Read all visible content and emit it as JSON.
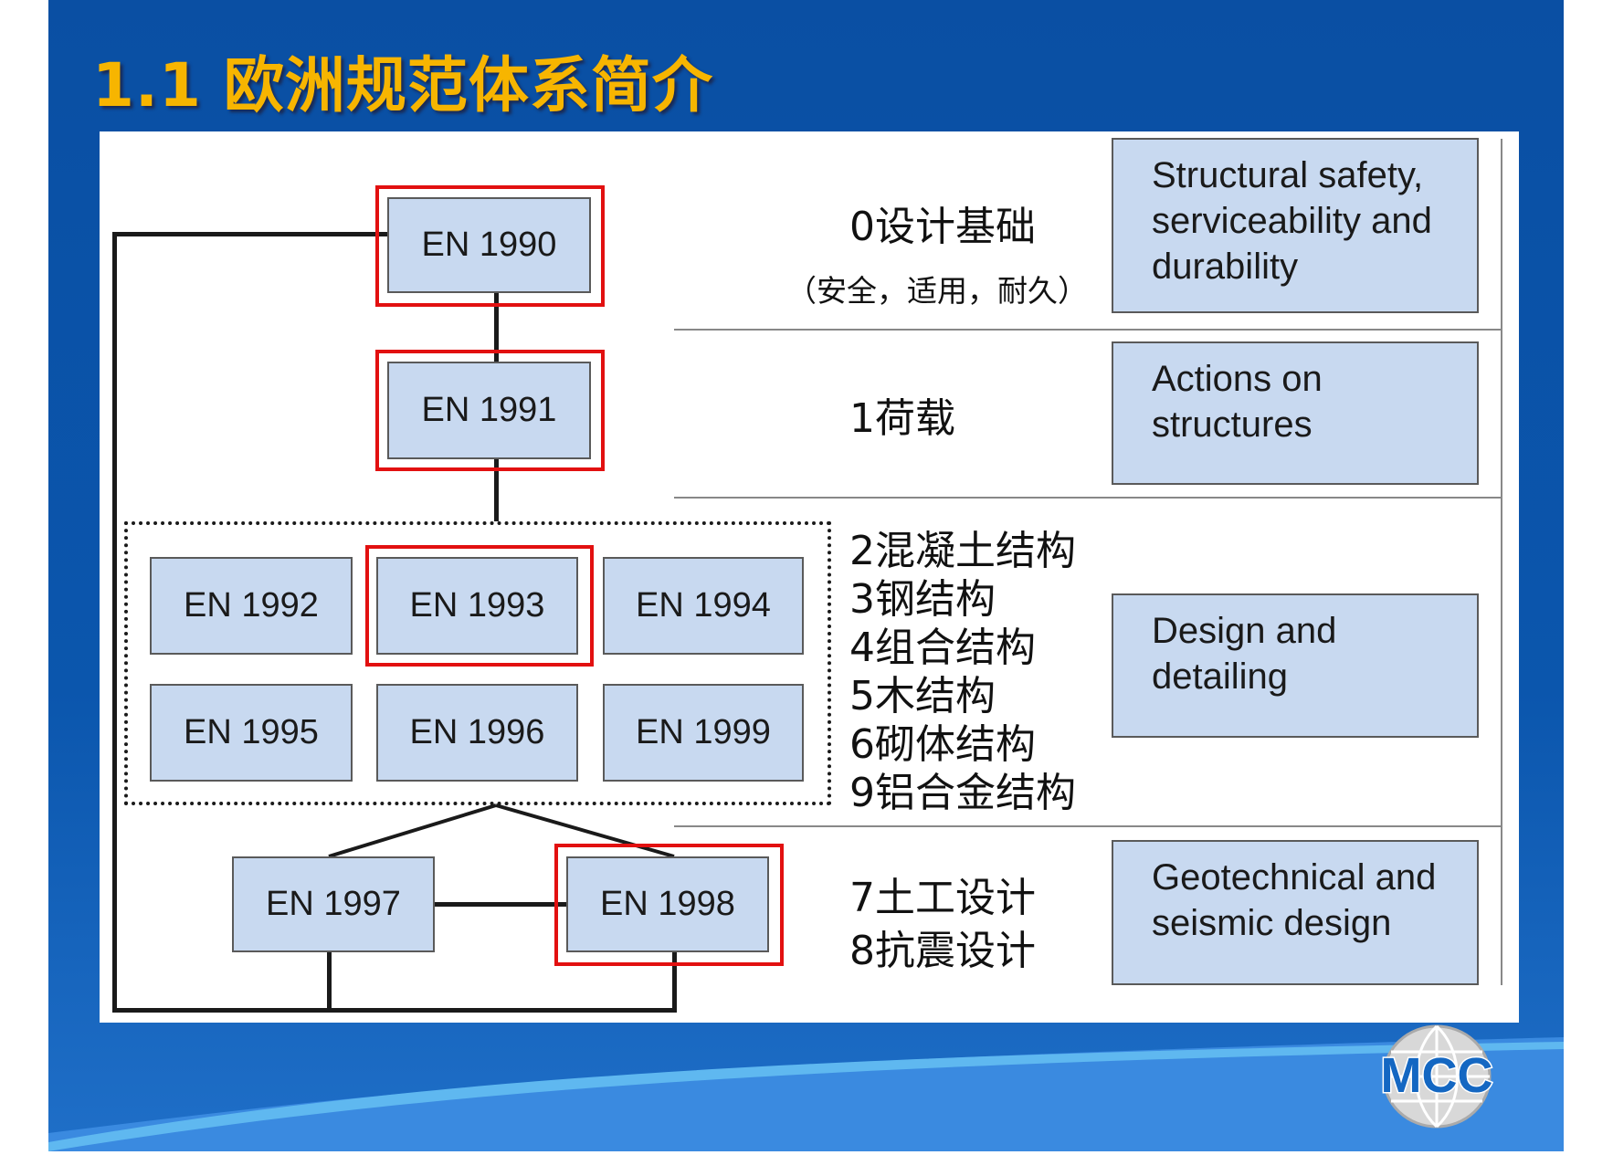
{
  "title": "1.1 欧洲规范体系简介",
  "codes": {
    "en1990": "EN 1990",
    "en1991": "EN 1991",
    "en1992": "EN 1992",
    "en1993": "EN 1993",
    "en1994": "EN 1994",
    "en1995": "EN 1995",
    "en1996": "EN 1996",
    "en1999": "EN 1999",
    "en1997": "EN 1997",
    "en1998": "EN 1998"
  },
  "middle": {
    "basis": "0设计基础",
    "basis_sub": "（安全，适用，耐久）",
    "actions": "1荷载",
    "design": [
      "2混凝土结构",
      "3钢结构",
      "4组合结构",
      "5木结构",
      "6砌体结构",
      "9铝合金结构"
    ],
    "geo": [
      "7土工设计",
      "8抗震设计"
    ]
  },
  "right": {
    "r1": [
      "Structural safety,",
      "serviceability and",
      "durability"
    ],
    "r2": [
      "Actions on",
      "structures"
    ],
    "r3": [
      "Design and",
      "detailing"
    ],
    "r4": [
      "Geotechnical and",
      "seismic design"
    ]
  },
  "logo": "MCC",
  "colors": {
    "box": "#c8d9f0",
    "highlight": "#e21010",
    "title": "#f7b500",
    "background": "#0a4fa3"
  }
}
